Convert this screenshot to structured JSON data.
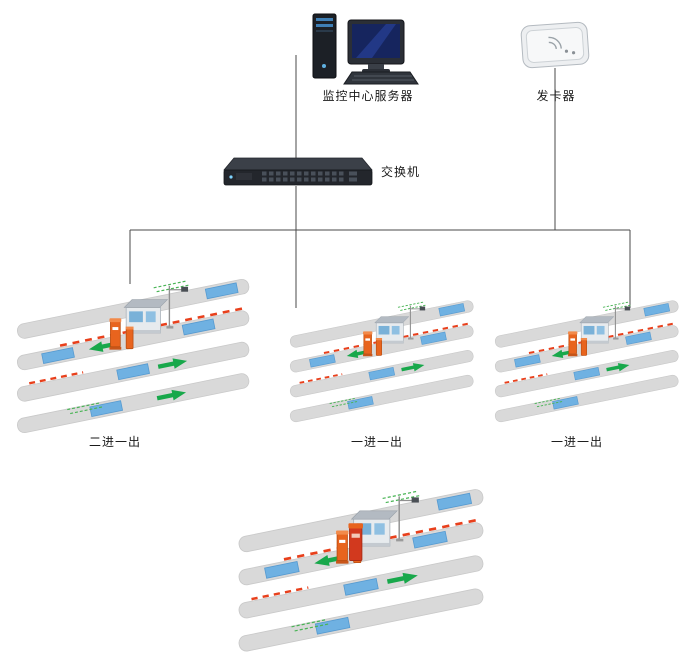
{
  "diagram": {
    "server": {
      "label": "监控中心服务器"
    },
    "card_issuer": {
      "label": "发卡器"
    },
    "switch": {
      "label": "交换机"
    },
    "lane_labels": [
      "二进一出",
      "一进一出",
      "一进一出"
    ],
    "colors": {
      "connector_line": "#4a4a4a",
      "road": "#d9d9d9",
      "induction_loop": "#6fb1e2",
      "arrow_green": "#18a84b",
      "barrier_red": "#e8401c",
      "post_orange": "#e8641e",
      "device_dark": "#23262c"
    }
  }
}
